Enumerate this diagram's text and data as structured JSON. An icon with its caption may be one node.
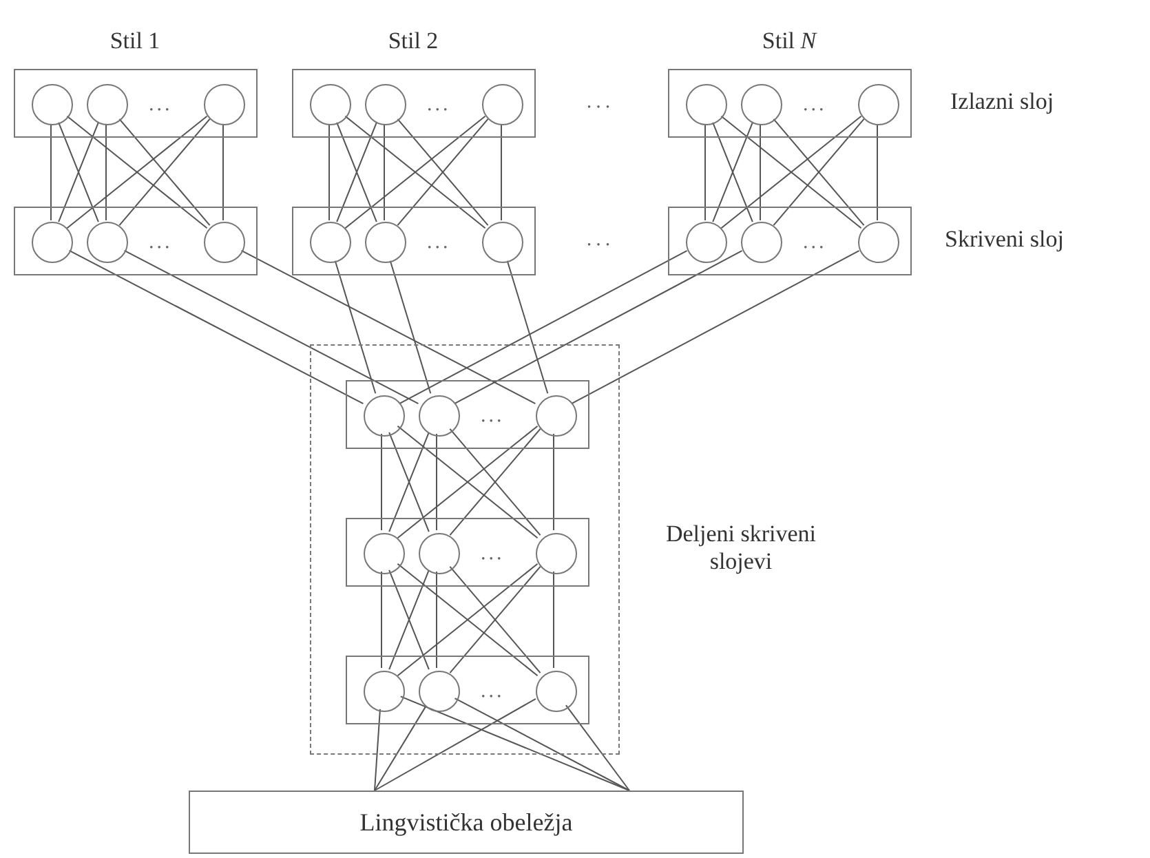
{
  "diagram": {
    "nodes": [
      {
        "text": [
          "..."
        ]
      },
      {
        "text": [],
        "shape": "circle",
        "in": 0
      },
      {
        "text": [],
        "shape": "circle",
        "in": 0
      },
      {
        "text": [],
        "shape": "circle",
        "in": 0
      },
      {
        "text": [
          "..."
        ]
      },
      {
        "text": [],
        "shape": "circle",
        "in": 4
      },
      {
        "text": [],
        "shape": "circle",
        "in": 4
      },
      {
        "text": [],
        "shape": "circle",
        "in": 4
      },
      {
        "text": [
          "..."
        ]
      },
      {
        "text": [],
        "shape": "circle",
        "in": 8
      },
      {
        "text": [],
        "shape": "circle",
        "in": 8
      },
      {
        "text": [],
        "shape": "circle",
        "in": 8
      },
      {
        "text": [
          "..."
        ]
      },
      {
        "text": [],
        "shape": "circle",
        "in": 12
      },
      {
        "text": [],
        "shape": "circle",
        "in": 12
      },
      {
        "text": [],
        "shape": "circle",
        "in": 12
      },
      {
        "text": [
          "..."
        ]
      },
      {
        "text": [],
        "shape": "circle",
        "in": 16
      },
      {
        "text": [],
        "shape": "circle",
        "in": 16
      },
      {
        "text": [],
        "shape": "circle",
        "in": 16
      },
      {
        "text": [
          "..."
        ]
      },
      {
        "text": [],
        "shape": "circle",
        "in": 20
      },
      {
        "text": [],
        "shape": "circle",
        "in": 20
      },
      {
        "text": [],
        "shape": "circle",
        "in": 20
      },
      {
        "text": [],
        "shape": "box",
        "beside": [
          "Deljeni skriveni slojevi"
        ]
      },
      {
        "text": [
          "..."
        ],
        "in": 24
      },
      {
        "text": [],
        "shape": "circle",
        "in": 25
      },
      {
        "text": [],
        "shape": "circle",
        "in": 25
      },
      {
        "text": [],
        "shape": "circle",
        "in": 25
      },
      {
        "text": [
          "..."
        ],
        "in": 24
      },
      {
        "text": [],
        "shape": "circle",
        "in": 29
      },
      {
        "text": [],
        "shape": "circle",
        "in": 29
      },
      {
        "text": [],
        "shape": "circle",
        "in": 29
      },
      {
        "text": [
          "..."
        ],
        "in": 24
      },
      {
        "text": [],
        "shape": "circle",
        "in": 33
      },
      {
        "text": [],
        "shape": "circle",
        "in": 33
      },
      {
        "text": [],
        "shape": "circle",
        "in": 33
      },
      {
        "text": [
          "Lingvistička obeležja"
        ]
      }
    ],
    "edges": [
      {
        "from": 1,
        "to": 5,
        "arrow": "none"
      },
      {
        "from": 1,
        "to": 6,
        "arrow": "none"
      },
      {
        "from": 1,
        "to": 7,
        "arrow": "none"
      },
      {
        "from": 2,
        "to": 5,
        "arrow": "none"
      },
      {
        "from": 2,
        "to": 6,
        "arrow": "none"
      },
      {
        "from": 2,
        "to": 7,
        "arrow": "none"
      },
      {
        "from": 3,
        "to": 5,
        "arrow": "none"
      },
      {
        "from": 3,
        "to": 6,
        "arrow": "none"
      },
      {
        "from": 3,
        "to": 7,
        "arrow": "none"
      },
      {
        "from": 9,
        "to": 13,
        "arrow": "none"
      },
      {
        "from": 9,
        "to": 14,
        "arrow": "none"
      },
      {
        "from": 9,
        "to": 15,
        "arrow": "none"
      },
      {
        "from": 10,
        "to": 13,
        "arrow": "none"
      },
      {
        "from": 10,
        "to": 14,
        "arrow": "none"
      },
      {
        "from": 10,
        "to": 15,
        "arrow": "none"
      },
      {
        "from": 11,
        "to": 13,
        "arrow": "none"
      },
      {
        "from": 11,
        "to": 14,
        "arrow": "none"
      },
      {
        "from": 11,
        "to": 15,
        "arrow": "none"
      },
      {
        "from": 17,
        "to": 21,
        "arrow": "none"
      },
      {
        "from": 17,
        "to": 22,
        "arrow": "none"
      },
      {
        "from": 17,
        "to": 23,
        "arrow": "none"
      },
      {
        "from": 18,
        "to": 21,
        "arrow": "none"
      },
      {
        "from": 18,
        "to": 22,
        "arrow": "none"
      },
      {
        "from": 18,
        "to": 23,
        "arrow": "none"
      },
      {
        "from": 19,
        "to": 21,
        "arrow": "none"
      },
      {
        "from": 19,
        "to": 22,
        "arrow": "none"
      },
      {
        "from": 19,
        "to": 23,
        "arrow": "none"
      },
      {
        "from": 5,
        "to": 26,
        "arrow": "none"
      },
      {
        "from": 6,
        "to": 27,
        "arrow": "none"
      },
      {
        "from": 7,
        "to": 28,
        "arrow": "none"
      },
      {
        "from": 13,
        "to": 26,
        "arrow": "none"
      },
      {
        "from": 14,
        "to": 27,
        "arrow": "none"
      },
      {
        "from": 15,
        "to": 28,
        "arrow": "none"
      },
      {
        "from": 21,
        "to": 26,
        "arrow": "none"
      },
      {
        "from": 22,
        "to": 27,
        "arrow": "none"
      },
      {
        "from": 23,
        "to": 28,
        "arrow": "none"
      },
      {
        "from": 26,
        "to": 30,
        "arrow": "none"
      },
      {
        "from": 26,
        "to": 31,
        "arrow": "none"
      },
      {
        "from": 26,
        "to": 32,
        "arrow": "none"
      },
      {
        "from": 27,
        "to": 30,
        "arrow": "none"
      },
      {
        "from": 27,
        "to": 31,
        "arrow": "none"
      },
      {
        "from": 27,
        "to": 32,
        "arrow": "none"
      },
      {
        "from": 28,
        "to": 30,
        "arrow": "none"
      },
      {
        "from": 28,
        "to": 31,
        "arrow": "none"
      },
      {
        "from": 28,
        "to": 32,
        "arrow": "none"
      },
      {
        "from": 30,
        "to": 34,
        "arrow": "none"
      },
      {
        "from": 30,
        "to": 35,
        "arrow": "none"
      },
      {
        "from": 30,
        "to": 36,
        "arrow": "none"
      },
      {
        "from": 31,
        "to": 34,
        "arrow": "none"
      },
      {
        "from": 31,
        "to": 35,
        "arrow": "none"
      },
      {
        "from": 31,
        "to": 36,
        "arrow": "none"
      },
      {
        "from": 32,
        "to": 34,
        "arrow": "none"
      },
      {
        "from": 32,
        "to": 35,
        "arrow": "none"
      },
      {
        "from": 32,
        "to": 36,
        "arrow": "none"
      },
      {
        "from": 34,
        "to": 37,
        "arrow": "none"
      },
      {
        "from": 34,
        "to": 37,
        "arrow": "none"
      },
      {
        "from": 35,
        "to": 37,
        "arrow": "none"
      },
      {
        "from": 35,
        "to": 37,
        "arrow": "none"
      },
      {
        "from": 36,
        "to": 37,
        "arrow": "none"
      },
      {
        "from": 36,
        "to": 37,
        "arrow": "none"
      }
    ],
    "labels": [
      "Stil 1",
      "Stil 2",
      "Stil *N*",
      "...",
      "Izlazni sloj",
      "...",
      "Skriveni sloj"
    ]
  }
}
